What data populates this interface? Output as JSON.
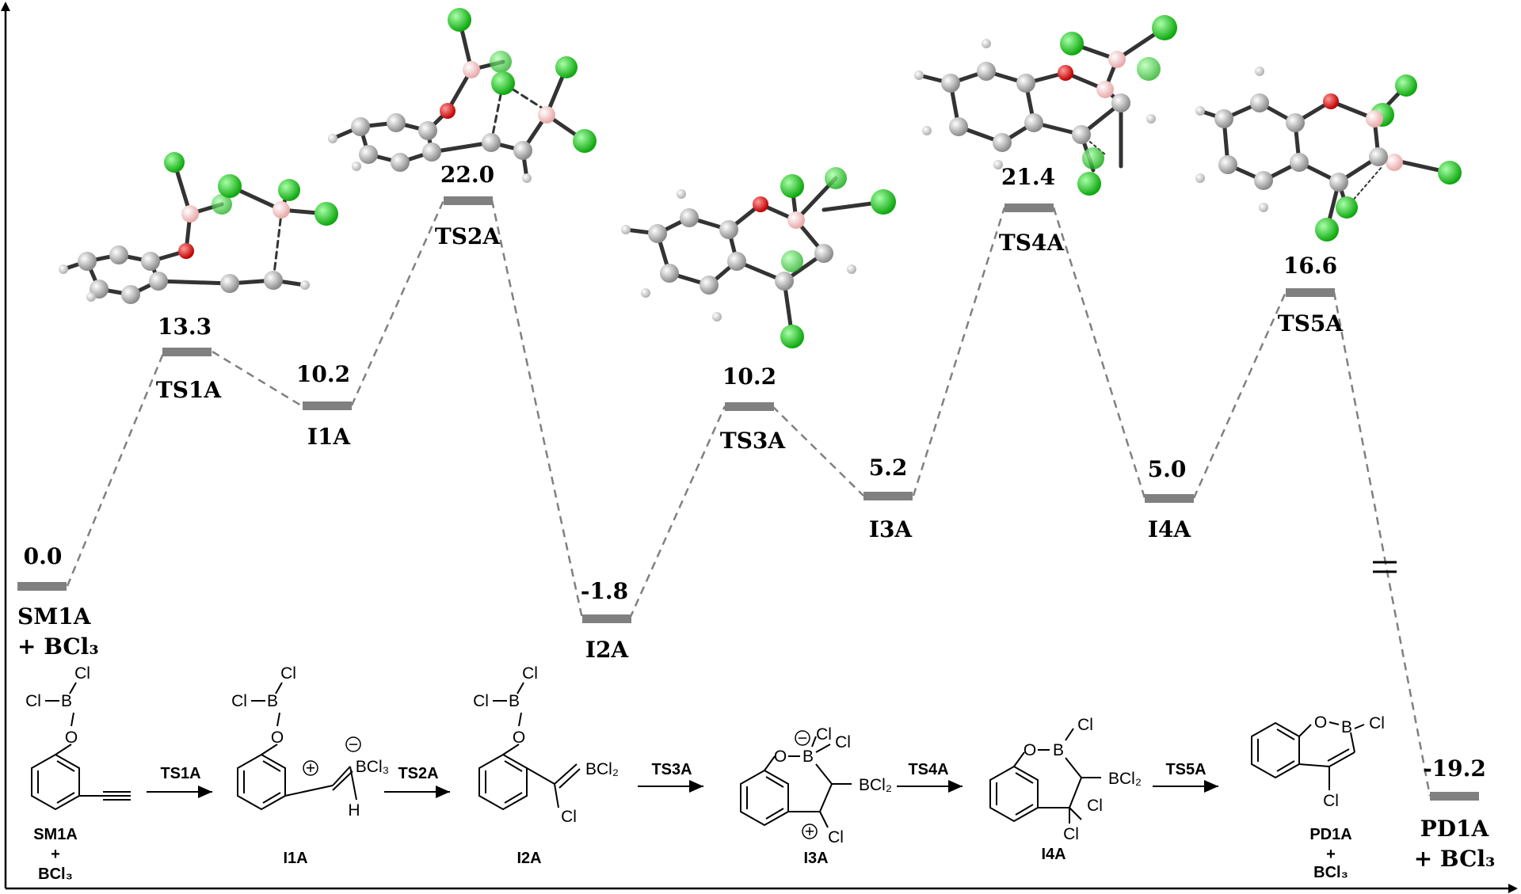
{
  "levels": [
    {
      "id": "SM1A",
      "energy": "0.0",
      "label": "SM1A",
      "label2": "+ BCl₃"
    },
    {
      "id": "TS1A",
      "energy": "13.3",
      "label": "TS1A"
    },
    {
      "id": "I1A",
      "energy": "10.2",
      "label": "I1A"
    },
    {
      "id": "TS2A",
      "energy": "22.0",
      "label": "TS2A"
    },
    {
      "id": "I2A",
      "energy": "-1.8",
      "label": "I2A"
    },
    {
      "id": "TS3A",
      "energy": "10.2",
      "label": "TS3A"
    },
    {
      "id": "I3A",
      "energy": "5.2",
      "label": "I3A"
    },
    {
      "id": "TS4A",
      "energy": "21.4",
      "label": "TS4A"
    },
    {
      "id": "I4A",
      "energy": "5.0",
      "label": "I4A"
    },
    {
      "id": "TS5A",
      "energy": "16.6",
      "label": "TS5A"
    },
    {
      "id": "PD1A",
      "energy": "-19.2",
      "label": "PD1A",
      "label2": "+ BCl₃"
    }
  ],
  "scheme": {
    "arrows": [
      "TS1A",
      "TS2A",
      "TS3A",
      "TS4A",
      "TS5A"
    ],
    "compounds": {
      "sm1a": {
        "name": "SM1A",
        "plus": "+",
        "reagent": "BCl₃"
      },
      "i1a": {
        "name": "I1A"
      },
      "i2a": {
        "name": "I2A"
      },
      "i3a": {
        "name": "I3A"
      },
      "i4a": {
        "name": "I4A"
      },
      "pd1a": {
        "name": "PD1A",
        "plus": "+",
        "reagent": "BCl₃"
      }
    },
    "atoms": {
      "cl": "Cl",
      "b": "B",
      "o": "O",
      "h": "H",
      "bcl3": "BCl₃",
      "bcl2": "BCl₂",
      "plus": "+",
      "minus": "−"
    }
  },
  "colors": {
    "level_bar": "#808080",
    "connector": "#808080",
    "carbon": "#c8c8c8",
    "oxygen": "#e02020",
    "boron": "#f2b8b8",
    "chlorine": "#22cc22",
    "hydrogen": "#ffffff"
  },
  "molecule_models": [
    {
      "name": "TS1A-structure",
      "atoms": "ball-and-stick"
    },
    {
      "name": "TS2A-structure",
      "atoms": "ball-and-stick"
    },
    {
      "name": "TS3A-structure",
      "atoms": "ball-and-stick"
    },
    {
      "name": "TS4A-structure",
      "atoms": "ball-and-stick"
    },
    {
      "name": "TS5A-structure",
      "atoms": "ball-and-stick"
    }
  ]
}
